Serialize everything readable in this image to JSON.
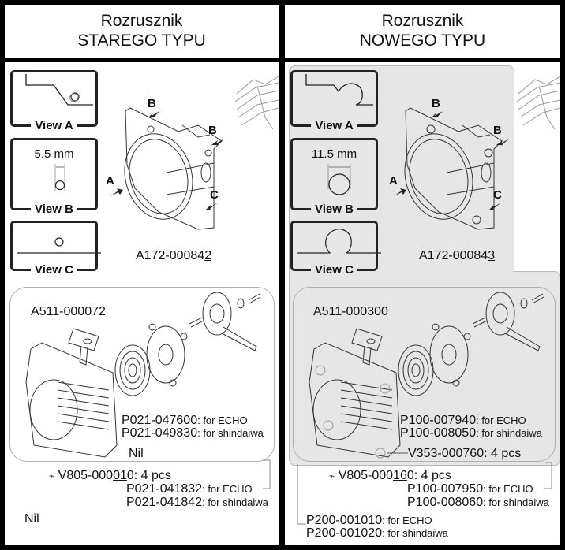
{
  "left": {
    "title_line1": "Rozrusznik",
    "title_line2": "STAREGO TYPU",
    "views": [
      {
        "label": "View A"
      },
      {
        "label": "View B",
        "dimension": "5.5 mm"
      },
      {
        "label": "View C"
      }
    ],
    "fan_housing_code_prefix": "A172-00084",
    "fan_housing_code_suffix": "2",
    "starter_code": "A511-000072",
    "starter_parts": [
      {
        "code": "P021-047600",
        "note": ": for ECHO"
      },
      {
        "code": "P021-049830",
        "note": ": for shindaiwa"
      }
    ],
    "inner_nil": "Nil",
    "screw_prefix": "V805-000",
    "screw_suffix": "01",
    "screw_rest": "0: 4 pcs",
    "cover_parts": [
      {
        "code": "P021-041832",
        "note": ": for ECHO"
      },
      {
        "code": "P021-041842",
        "note": ": for shindaiwa"
      }
    ],
    "outer_nil": "Nil"
  },
  "right": {
    "title_line1": "Rozrusznik",
    "title_line2": "NOWEGO TYPU",
    "views": [
      {
        "label": "View A"
      },
      {
        "label": "View B",
        "dimension": "11.5 mm"
      },
      {
        "label": "View C"
      }
    ],
    "fan_housing_code_prefix": "A172-00084",
    "fan_housing_code_suffix": "3",
    "starter_code": "A511-000300",
    "starter_parts": [
      {
        "code": "P100-007940",
        "note": ": for ECHO"
      },
      {
        "code": "P100-008050",
        "note": ": for shindaiwa"
      }
    ],
    "grommet": "V353-000760: 4 pcs",
    "screw_prefix": "V805-000",
    "screw_suffix": "16",
    "screw_rest": "0: 4 pcs",
    "cover_parts": [
      {
        "code": "P100-007950",
        "note": ": for ECHO"
      },
      {
        "code": "P100-008060",
        "note": ": for shindaiwa"
      }
    ],
    "assembly_parts": [
      {
        "code": "P200-001010",
        "note": ": for ECHO"
      },
      {
        "code": "P200-001020",
        "note": ": for shindaiwa"
      }
    ]
  },
  "arrow_labels": {
    "a": "A",
    "b": "B",
    "c": "C"
  },
  "colors": {
    "grey_bg": "#e6e6e6",
    "frame": "#000000"
  }
}
